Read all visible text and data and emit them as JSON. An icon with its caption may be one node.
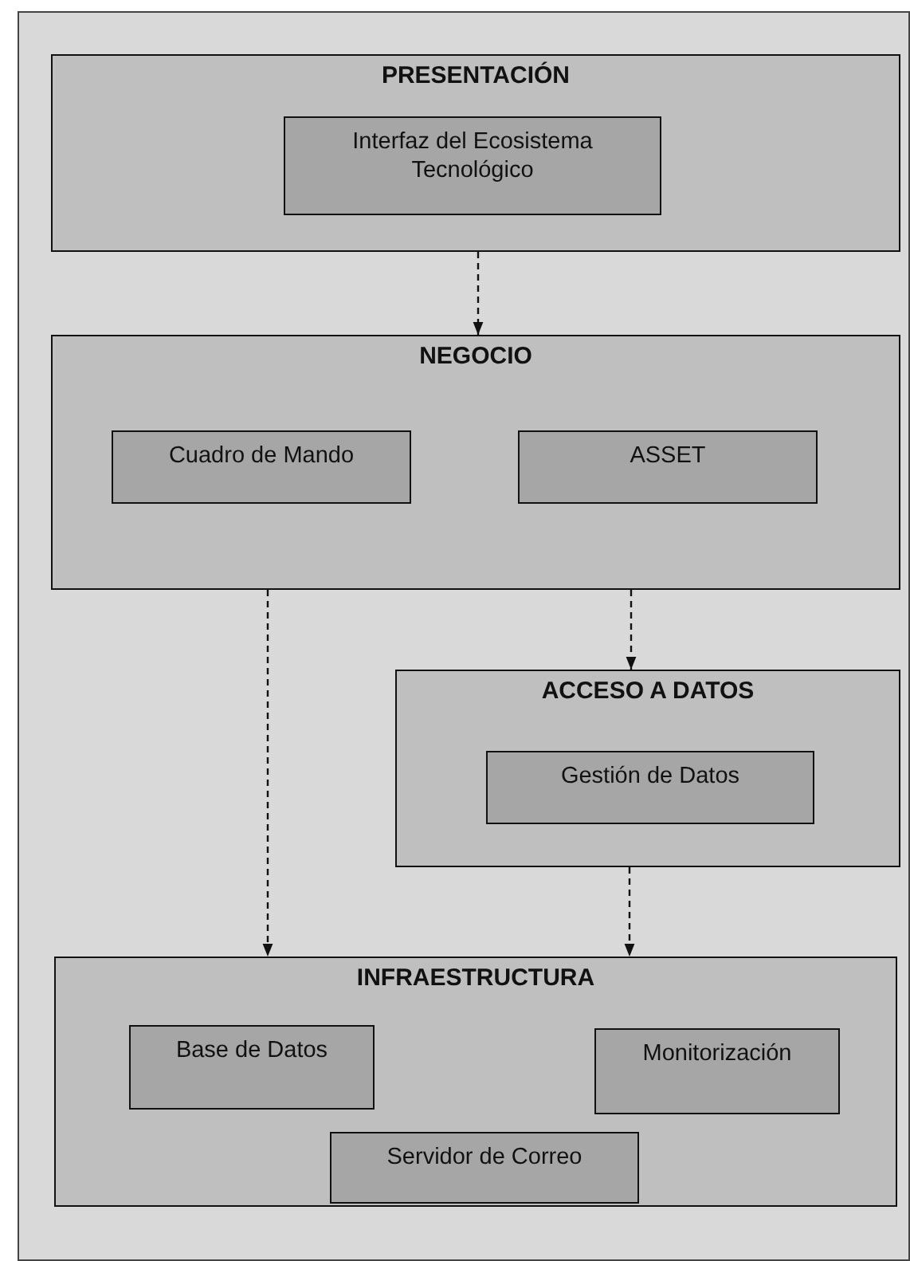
{
  "diagram": {
    "nodes": [
      {
        "text": [
          "PRESENTACIÓN"
        ]
      },
      {
        "text": [
          "Interfaz del Ecosistema Tecnológico"
        ],
        "in": 0
      },
      {
        "text": [
          "NEGOCIO"
        ]
      },
      {
        "text": [
          "Cuadro de Mando"
        ],
        "in": 2
      },
      {
        "text": [
          "ASSET"
        ],
        "in": 2
      },
      {
        "text": [
          "ACCESO A DATOS"
        ]
      },
      {
        "text": [
          "Gestión de Datos"
        ],
        "in": 5
      },
      {
        "text": [
          "INFRAESTRUCTURA"
        ]
      },
      {
        "text": [
          "Base de Datos"
        ],
        "in": 7
      },
      {
        "text": [
          "Monitorización"
        ],
        "in": 7
      },
      {
        "text": [
          "Servidor de Correo"
        ],
        "in": 7
      }
    ],
    "edges": [
      {
        "from": 0,
        "to": 2,
        "arrow": "to",
        "style": "dashed"
      },
      {
        "from": 2,
        "to": 7,
        "arrow": "to",
        "style": "dashed"
      },
      {
        "from": 2,
        "to": 5,
        "arrow": "to",
        "style": "dashed"
      },
      {
        "from": 5,
        "to": 7,
        "arrow": "to",
        "style": "dashed"
      }
    ]
  }
}
